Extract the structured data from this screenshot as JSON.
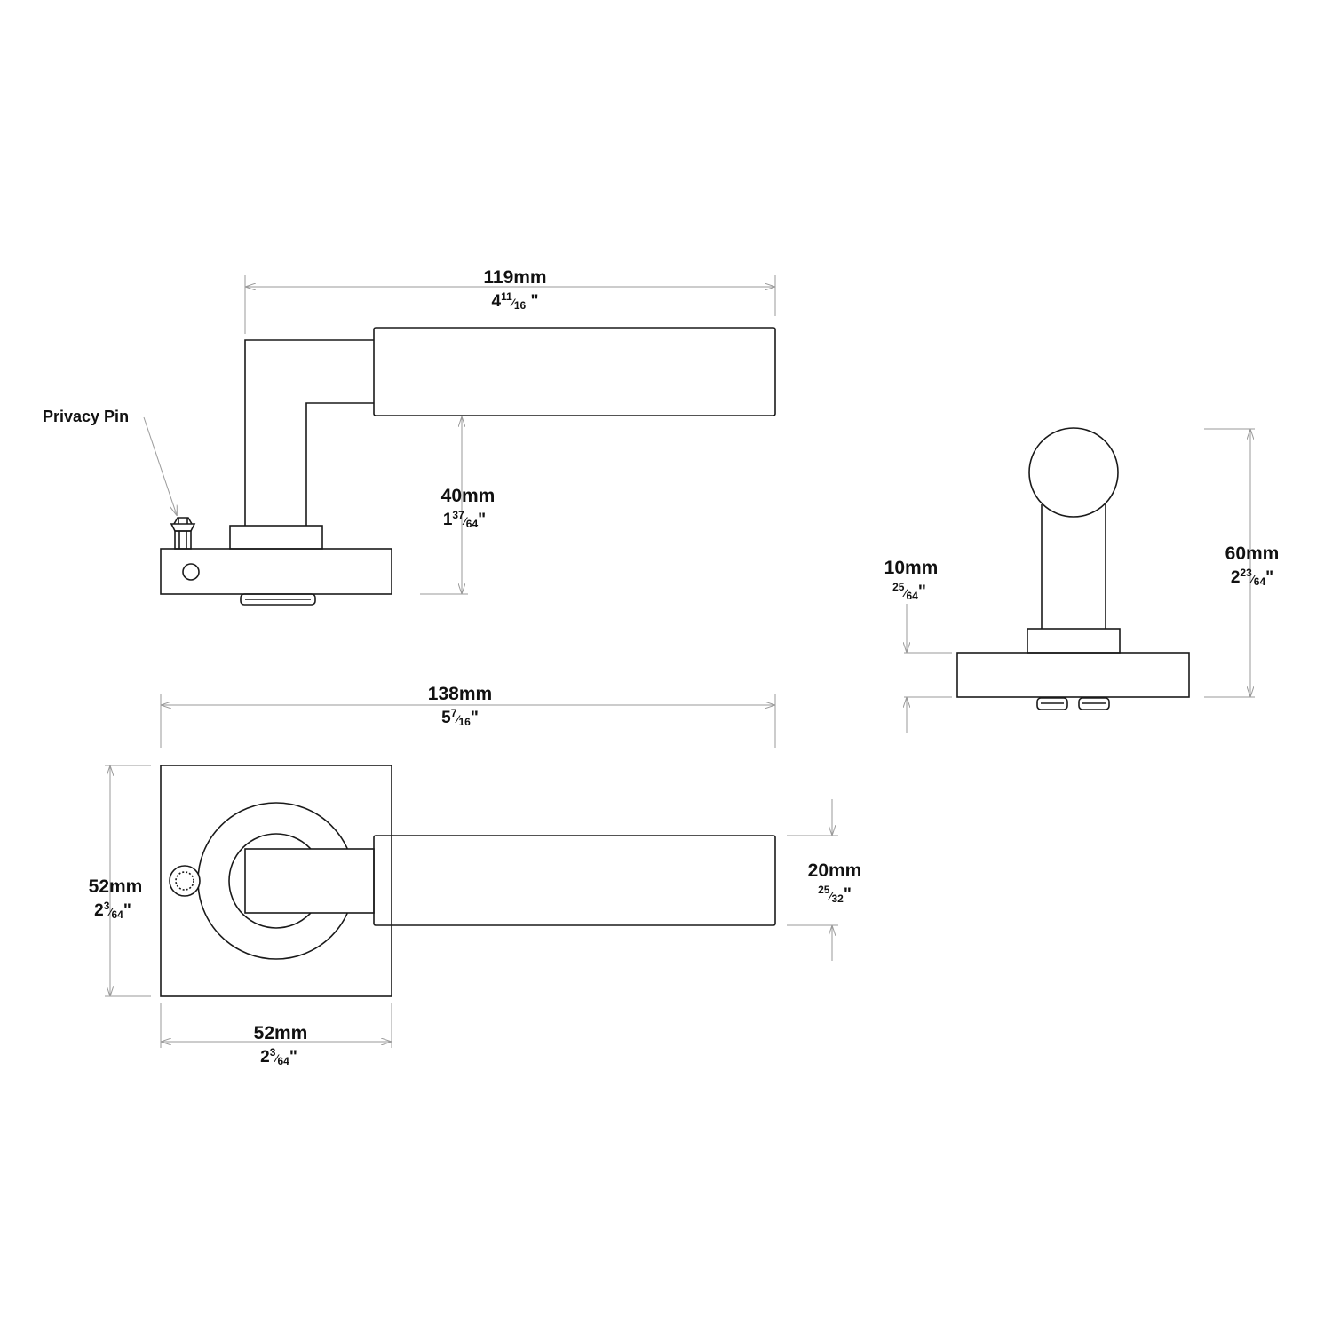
{
  "callout": {
    "privacy_pin": "Privacy Pin"
  },
  "dims": {
    "top_width": {
      "mm": "119mm",
      "whole": "4",
      "num": "11",
      "den": "16",
      "unit": "\""
    },
    "top_height": {
      "mm": "40mm",
      "whole": "1",
      "num": "37",
      "den": "64",
      "unit": "\""
    },
    "total_width": {
      "mm": "138mm",
      "whole": "5",
      "num": "7",
      "den": "16",
      "unit": "\""
    },
    "rose_height": {
      "mm": "52mm",
      "whole": "2",
      "num": "3",
      "den": "64",
      "unit": "\""
    },
    "rose_width": {
      "mm": "52mm",
      "whole": "2",
      "num": "3",
      "den": "64",
      "unit": "\""
    },
    "lever_thick": {
      "mm": "20mm",
      "whole": "",
      "num": "25",
      "den": "32",
      "unit": "\""
    },
    "rose_thick": {
      "mm": "10mm",
      "whole": "",
      "num": "25",
      "den": "64",
      "unit": "\""
    },
    "side_height": {
      "mm": "60mm",
      "whole": "2",
      "num": "23",
      "den": "64",
      "unit": "\""
    }
  }
}
